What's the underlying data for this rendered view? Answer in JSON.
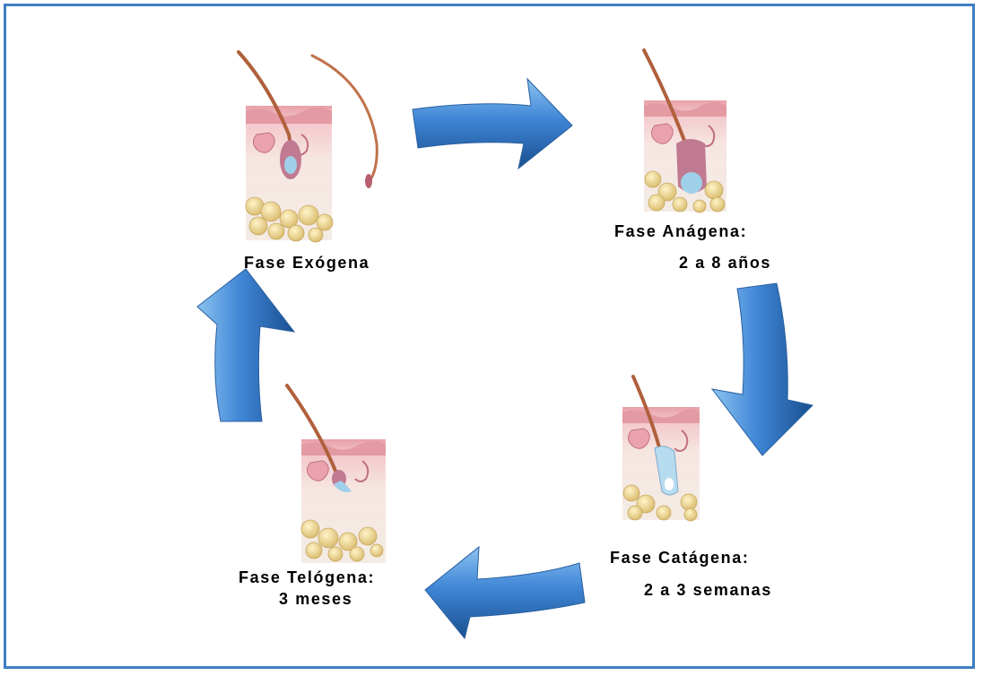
{
  "colors": {
    "frame": "#3f7fc2",
    "arrow_light": "#8cc2f0",
    "arrow_mid": "#3f86d6",
    "arrow_dark": "#1a4f8f",
    "skin": "#f2c4c8",
    "dermis": "#f7ece4",
    "fat": "#ecd591",
    "hair": "#c0724a"
  },
  "phases": {
    "exogena": {
      "name": "Fase Exógena"
    },
    "anagena": {
      "name": "Fase Anágena:",
      "duration": "2 a 8 años"
    },
    "catagena": {
      "name": "Fase Catágena:",
      "duration": "2 a 3 semanas"
    },
    "telogena": {
      "name": "Fase Telógena:",
      "duration": "3 meses"
    }
  }
}
